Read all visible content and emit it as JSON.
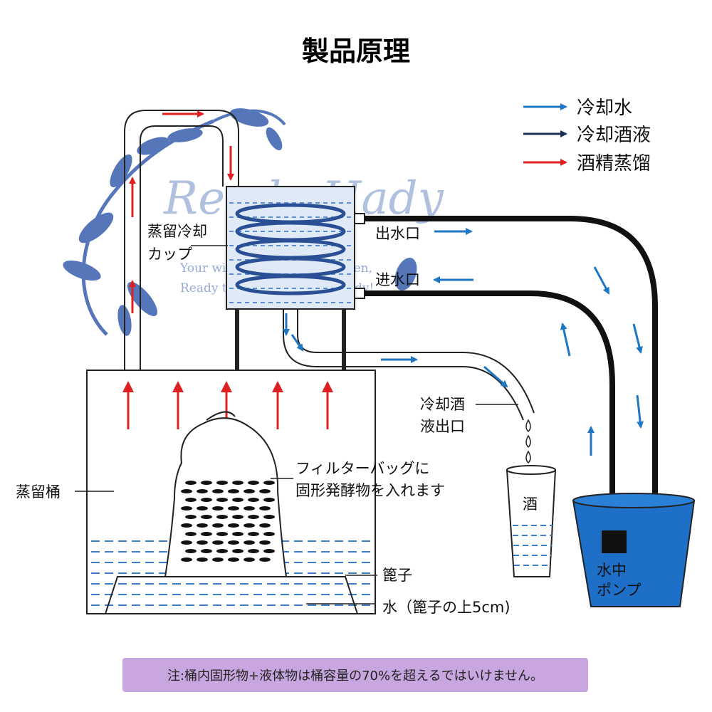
{
  "title": "製品原理",
  "legend": [
    {
      "label": "冷却水",
      "color": "#1f77c4"
    },
    {
      "label": "冷却酒液",
      "color": "#1a2f55"
    },
    {
      "label": "酒精蒸馏",
      "color": "#e02020"
    }
  ],
  "labels": {
    "condenser_line1": "蒸留冷却",
    "condenser_line2": "カップ",
    "outlet": "出水口",
    "inlet": "进水口",
    "liquor_outlet_line1": "冷却酒",
    "liquor_outlet_line2": "液出口",
    "filter_line1": "フィルターバッグに",
    "filter_line2": "固形発酵物を入れます",
    "still": "蒸留桶",
    "rack": "篦子",
    "water": "水（篦子の上5cm)",
    "liquor": "酒",
    "pump_line1": "水中",
    "pump_line2": "ポンプ"
  },
  "watermark": {
    "brand": "Ready Hady",
    "slogan_line1": "Your wings of beauty will open,",
    "slogan_line2": "Ready to fly, ready to be a lady!"
  },
  "note": "注:桶内固形物+液体物は桶容量の70%を超えるではいけません。"
}
